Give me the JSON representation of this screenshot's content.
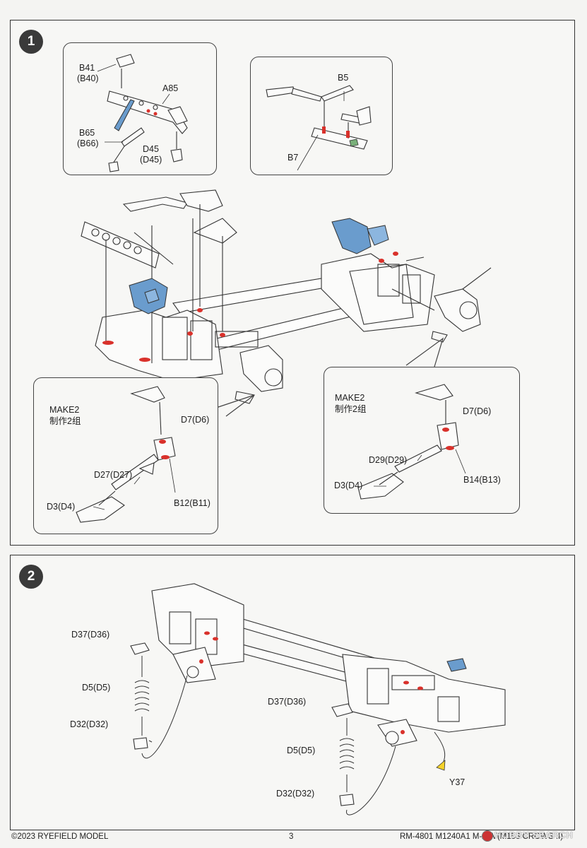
{
  "steps": [
    {
      "number": "1",
      "callouts": {
        "top_left": {
          "labels": {
            "b41": "B41",
            "b40": "(B40)",
            "a85": "A85",
            "b65": "B65",
            "b66": "(B66)",
            "d45": "D45",
            "d45p": "(D45)"
          }
        },
        "top_right": {
          "labels": {
            "b5": "B5",
            "b7": "B7"
          }
        },
        "bottom_left": {
          "make": "MAKE2",
          "make_cn": "制作2组",
          "labels": {
            "d7": "D7(D6)",
            "d27": "D27(D27)",
            "b12": "B12(B11)",
            "d3": "D3(D4)"
          }
        },
        "bottom_right": {
          "make": "MAKE2",
          "make_cn": "制作2组",
          "labels": {
            "d7": "D7(D6)",
            "d29": "D29(D29)",
            "b14": "B14(B13)",
            "d3": "D3(D4)"
          }
        }
      }
    },
    {
      "number": "2",
      "labels": {
        "left_d37": "D37(D36)",
        "left_d5": "D5(D5)",
        "left_d32": "D32(D32)",
        "right_d37": "D37(D36)",
        "right_d5": "D5(D5)",
        "right_d32": "D32(D32)",
        "y37": "Y37"
      }
    }
  ],
  "footer": {
    "copyright": "©2023 RYEFIELD MODEL",
    "page_number": "3",
    "product_code": "RM-4801 M1240A1 M-ATV(M153 CROWS II)"
  },
  "watermark": "HOBBY SEARCH",
  "colors": {
    "part_blue": "#6a9ccd",
    "glue_red": "#d9312b",
    "line": "#333333",
    "paper": "#f4f4f2"
  }
}
